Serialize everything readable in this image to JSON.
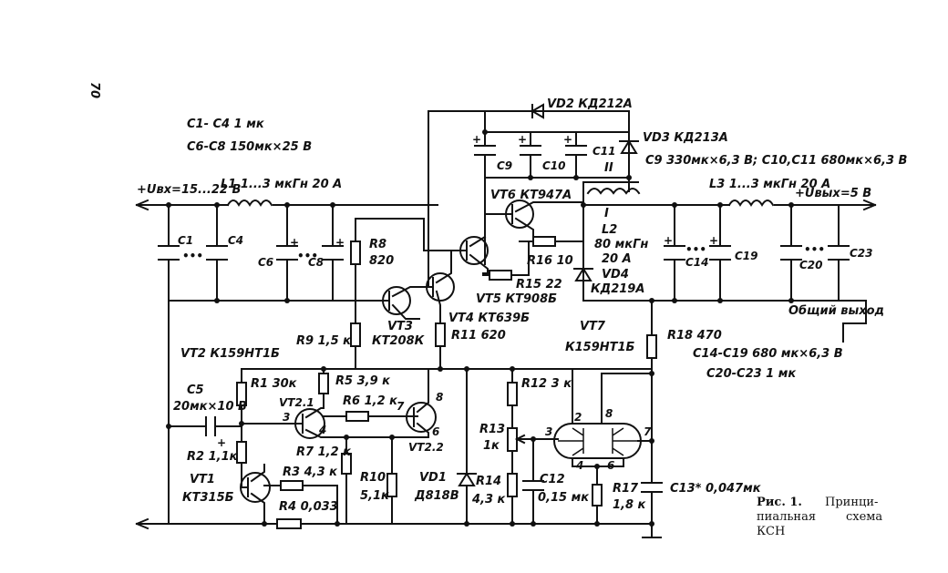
{
  "page_number": "70",
  "notes": {
    "c1_c4": "C1- C4  1 мк",
    "c6_c8": "C6-C8  150мк×25 В",
    "c9_c11": "C9  330мк×6,3 В; C10,C11  680мк×6,3 В",
    "c14_c19": "C14-C19  680 мк×6,3 В",
    "c20_c23": "C20-C23  1 мк"
  },
  "terminals": {
    "input": "+Uвх=15...22 В",
    "output": "+Uвых=5 В",
    "common": "Общий выход"
  },
  "inductors": {
    "l1": "L1  1...3 мкГн  20 А",
    "l3": "L3  1...3 мкГн  20 А",
    "l2_name": "L2",
    "l2_val1": "80 мкГн",
    "l2_val2": "20 А",
    "winding_1": "I",
    "winding_2": "II"
  },
  "caps": {
    "c1": "C1",
    "c4": "C4",
    "c6": "C6",
    "c8": "C8",
    "c9": "C9",
    "c10": "C10",
    "c11": "C11",
    "c14": "C14",
    "c19": "C19",
    "c20": "C20",
    "c23": "C23",
    "c5_name": "C5",
    "c5_val": "20мк×10 В",
    "c12_name": "C12",
    "c12_val": "0,15 мк",
    "c13": "C13* 0,047мк",
    "dots": "•••"
  },
  "resistors": {
    "r1": "R1  30к",
    "r2": "R2  1,1к",
    "r3": "R3  4,3 к",
    "r4": "R4  0,033",
    "r5": "R5  3,9 к",
    "r6": "R6  1,2 к",
    "r7": "R7  1,2 к",
    "r8_name": "R8",
    "r8_val": "820",
    "r9": "R9  1,5 к",
    "r10_name": "R10",
    "r10_val": "5,1к",
    "r11": "R11  620",
    "r12": "R12  3 к",
    "r13_name": "R13",
    "r13_val": "1к",
    "r14_name": "R14",
    "r14_val": "4,3 к",
    "r15": "R15  22",
    "r16": "R16  10",
    "r17_name": "R17",
    "r17_val": "1,8 к",
    "r18": "R18  470"
  },
  "semis": {
    "vd2": "VD2  КД212А",
    "vd3": "VD3  КД213А",
    "vd4_name": "VD4",
    "vd4_val": "КД219А",
    "vd1_name": "VD1",
    "vd1_val": "Д818В",
    "vt6": "VT6  КТ947А",
    "vt5": "VT5  КТ908Б",
    "vt4": "VT4  КТ639Б",
    "vt3_name": "VT3",
    "vt3_val": "КТ208К",
    "vt2": "VT2  К159НТ1Б",
    "vt2_1": "VT2.1",
    "vt2_2": "VT2.2",
    "vt7_name": "VT7",
    "vt7_val": "К159НТ1Б",
    "vt1_name": "VT1",
    "vt1_val": "КТ315Б"
  },
  "pins": {
    "p3": "3",
    "p4": "4",
    "p7": "7",
    "p8": "8",
    "p6": "6",
    "q3": "3",
    "q2": "2",
    "q4": "4",
    "q6": "6",
    "q7": "7",
    "q8": "8",
    "plus": "+"
  },
  "caption": {
    "line1a": "Рис.  1.",
    "line1b": "Принци-",
    "line2a": "пиальная",
    "line2b": "схема",
    "line3": "КСН"
  }
}
